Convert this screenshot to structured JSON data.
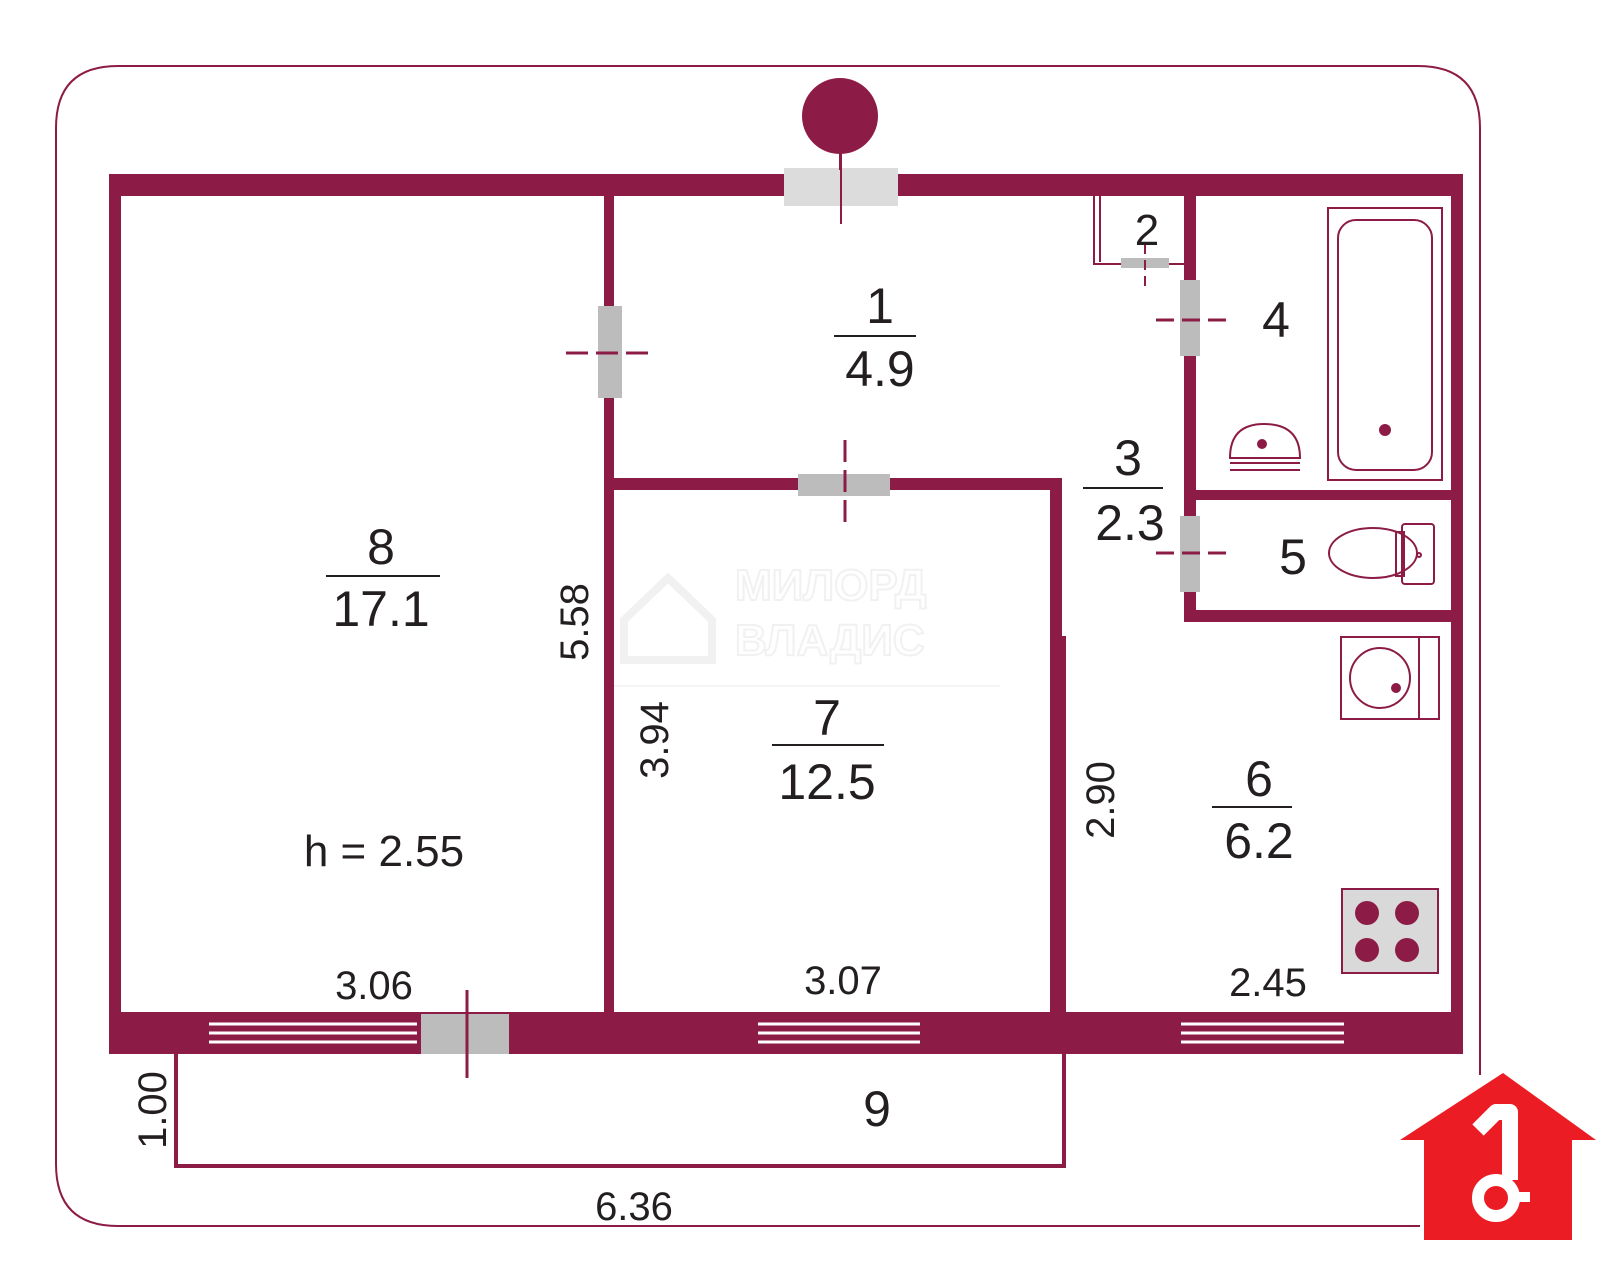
{
  "colors": {
    "wall": "#8c1c46",
    "door": "#bcbcbc",
    "text": "#231f20",
    "logo_red": "#ec1c24",
    "watermark": "#ececec",
    "stove_bg": "#d9d9d9"
  },
  "rooms": [
    {
      "num": "1",
      "area": "4.9"
    },
    {
      "num": "2"
    },
    {
      "num": "3",
      "area": "2.3"
    },
    {
      "num": "4"
    },
    {
      "num": "5"
    },
    {
      "num": "6",
      "area": "6.2"
    },
    {
      "num": "7",
      "area": "12.5"
    },
    {
      "num": "8",
      "area": "17.1"
    },
    {
      "num": "9"
    }
  ],
  "height_label": "h = 2.55",
  "dimensions": {
    "room8_depth": "5.58",
    "room7_depth": "3.94",
    "room6_depth": "2.90",
    "room8_width": "3.06",
    "room7_width": "3.07",
    "room6_width": "2.45",
    "balcony_depth": "1.00",
    "balcony_width": "6.36"
  },
  "watermark": {
    "line1": "МИЛОРД",
    "line2": "ВЛАДИС"
  },
  "icons": [
    "north-marker-icon",
    "bathtub-icon",
    "washbasin-icon",
    "toilet-icon",
    "washing-machine-icon",
    "stove-icon",
    "house-key-logo-icon"
  ]
}
